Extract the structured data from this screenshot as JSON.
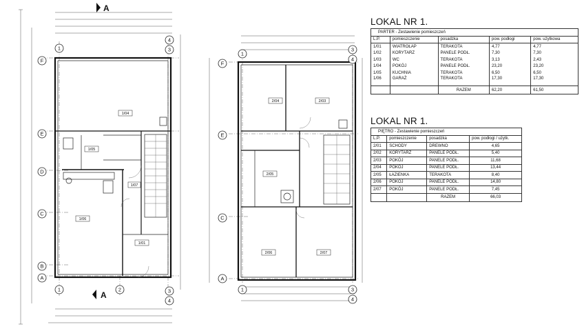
{
  "plans": {
    "section_marker": "A",
    "axes_vertical": [
      "1",
      "2",
      "3",
      "4"
    ],
    "axes_horizontal": [
      "F",
      "E",
      "D",
      "C",
      "B",
      "A"
    ],
    "ground_rooms": [
      "1/04",
      "1/05",
      "1/07",
      "1/06",
      "1/01"
    ],
    "upper_rooms": [
      "2/04",
      "2/03",
      "2/05",
      "2/06",
      "2/07"
    ]
  },
  "ground_floor": {
    "title": "LOKAL NR 1.",
    "caption": "PARTER - Zestawienie pomieszczeń",
    "headers": [
      "L.P.",
      "pomieszczenie",
      "posadzka",
      "pow. podłogi",
      "pow. użytkowa"
    ],
    "rows": [
      [
        "1/01",
        "WIATROŁAP",
        "TERAKOTA",
        "4,77",
        "4,77"
      ],
      [
        "1/02",
        "KORYTARZ",
        "PANELE PODŁ.",
        "7,30",
        "7,30"
      ],
      [
        "1/03",
        "WC",
        "TERAKOTA",
        "3,13",
        "2,43"
      ],
      [
        "1/04",
        "POKÓJ",
        "PANELE PODŁ.",
        "23,20",
        "23,20"
      ],
      [
        "1/05",
        "KUCHNIA",
        "TERAKOTA",
        "6,50",
        "6,50"
      ],
      [
        "1/06",
        "GARAŻ",
        "TERAKOTA",
        "17,30",
        "17,30"
      ]
    ],
    "sum_label": "RAZEM",
    "sum_floor": "62,20",
    "sum_usable": "61,50"
  },
  "upper_floor": {
    "title": "LOKAL NR 1.",
    "caption": "PIĘTRO - Zestawienie pomieszczeń",
    "headers": [
      "L.P.",
      "pomieszczenie",
      "posadzka",
      "pow. podłogi / użytk."
    ],
    "rows": [
      [
        "2/01",
        "SCHODY",
        "DREWNO",
        "4,65"
      ],
      [
        "2/02",
        "KORYTARZ",
        "PANELE PODŁ.",
        "5,40"
      ],
      [
        "2/03",
        "POKÓJ",
        "PANELE PODŁ.",
        "11,68"
      ],
      [
        "2/04",
        "POKÓJ",
        "PANELE PODŁ.",
        "13,44"
      ],
      [
        "2/05",
        "ŁAZIENKA",
        "TERAKOTA",
        "8,40"
      ],
      [
        "2/06",
        "POKÓJ",
        "PANELE PODŁ.",
        "14,80"
      ],
      [
        "2/07",
        "POKÓJ",
        "PANELE PODŁ.",
        "7,45"
      ]
    ],
    "sum_label": "RAZEM",
    "sum_total": "66,03"
  }
}
